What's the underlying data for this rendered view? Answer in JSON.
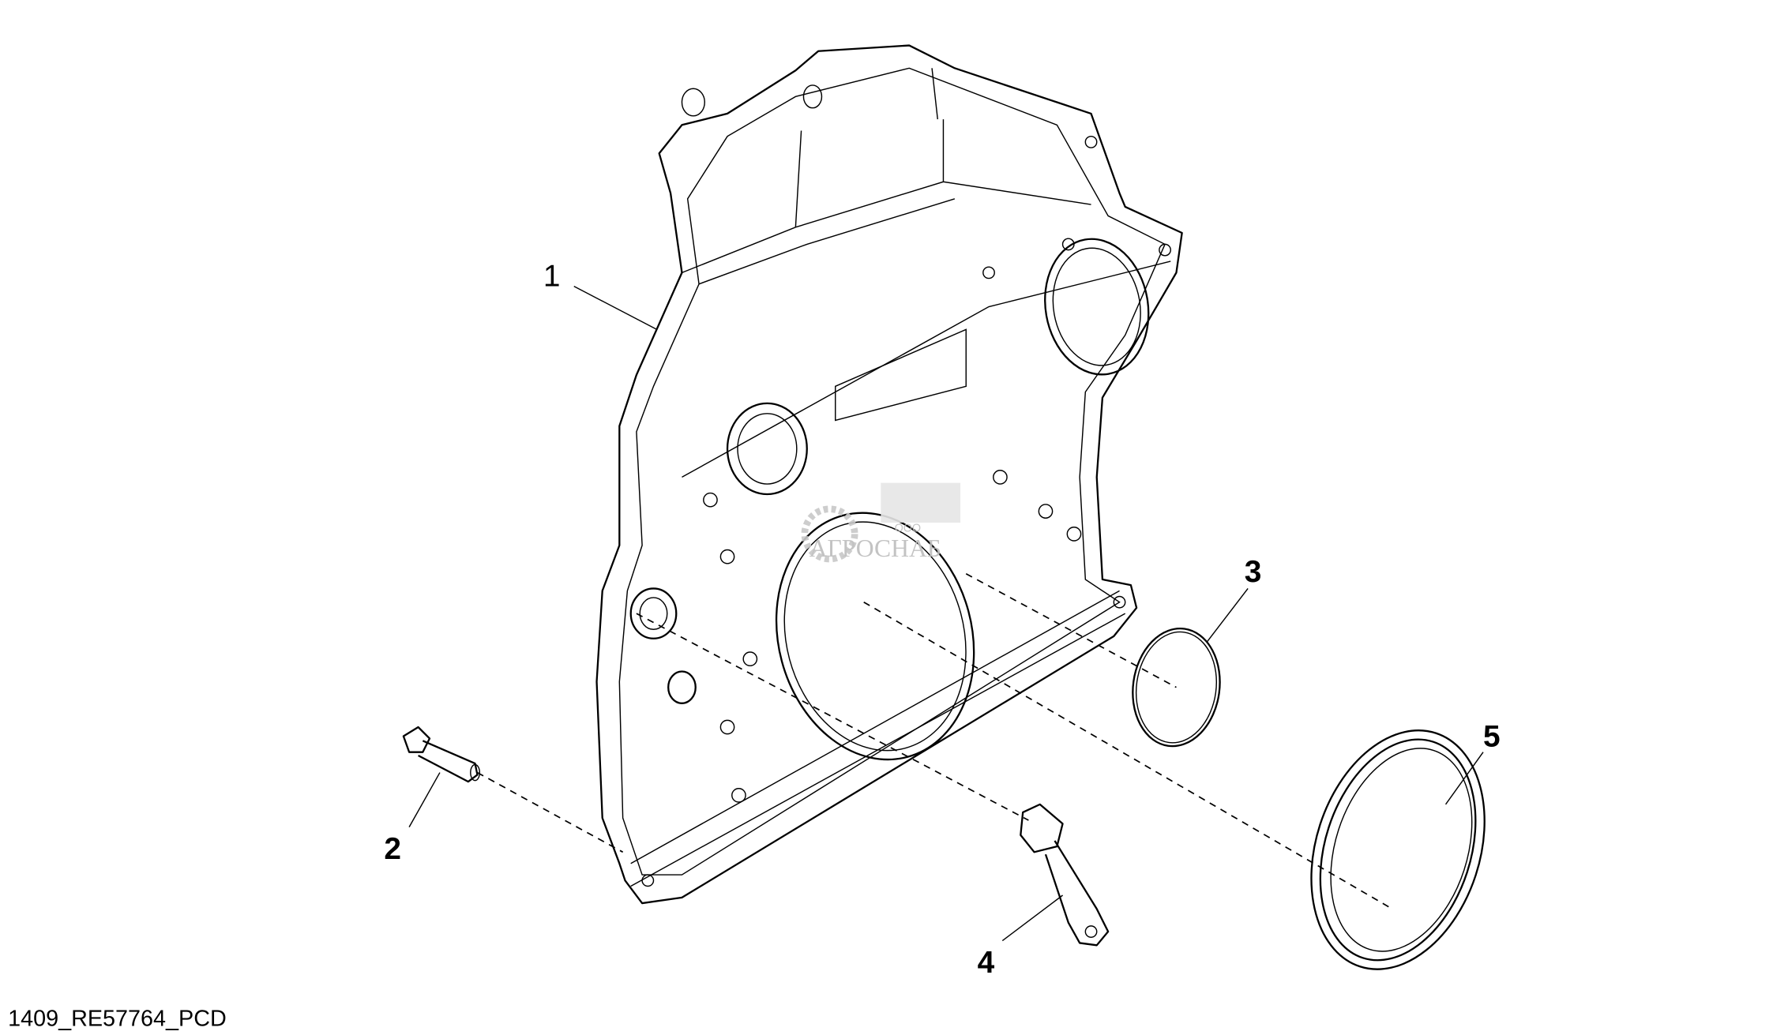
{
  "diagram": {
    "caption": "1409_RE57764_PCD",
    "callouts": [
      "1",
      "2",
      "3",
      "4",
      "5"
    ],
    "watermark": {
      "prefix": "ООО",
      "name": "АГРОСНАБ"
    }
  }
}
